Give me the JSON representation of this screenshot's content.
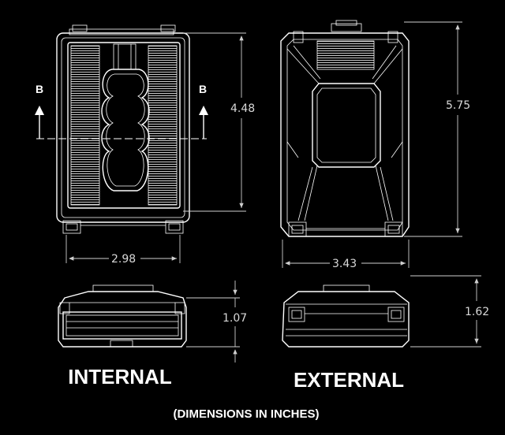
{
  "views": {
    "internal_top": {
      "section_mark_left": "B",
      "section_mark_right": "B",
      "height_dim": "4.48",
      "width_dim": "2.98"
    },
    "external_top": {
      "height_dim": "5.75",
      "width_dim": "3.43"
    },
    "internal_side": {
      "height_dim": "1.07"
    },
    "external_side": {
      "height_dim": "1.62"
    }
  },
  "labels": {
    "internal": "INTERNAL",
    "external": "EXTERNAL",
    "units_note": "(DIMENSIONS IN INCHES)"
  },
  "colors": {
    "background": "#000000",
    "line": "#ffffff"
  }
}
